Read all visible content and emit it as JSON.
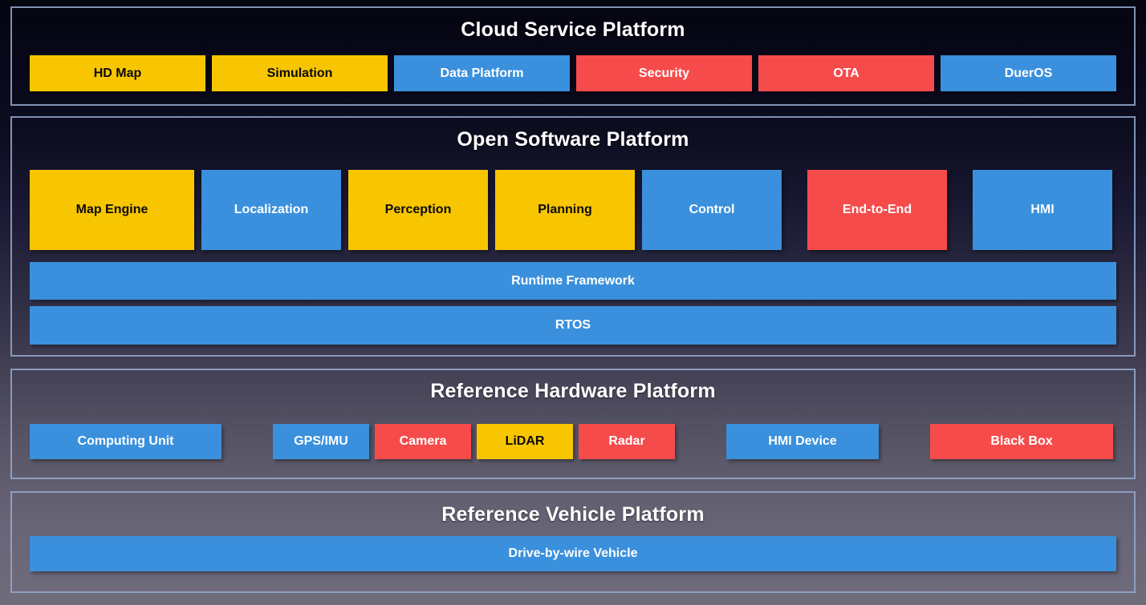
{
  "colors": {
    "yellow": "#F8C501",
    "blue": "#3A90DC",
    "red": "#F64B4B",
    "section_border": "#96A9CF",
    "title_text": "#FFFFFF",
    "background_top": "#050510",
    "background_bottom": "#6F6C7B"
  },
  "sections": [
    {
      "title": "Cloud Service Platform",
      "boxes": [
        {
          "label": "HD Map",
          "color": "yellow"
        },
        {
          "label": "Simulation",
          "color": "yellow"
        },
        {
          "label": "Data Platform",
          "color": "blue"
        },
        {
          "label": "Security",
          "color": "red"
        },
        {
          "label": "OTA",
          "color": "red"
        },
        {
          "label": "DuerOS",
          "color": "blue"
        }
      ]
    },
    {
      "title": "Open Software Platform",
      "boxes": [
        {
          "label": "Map Engine",
          "color": "yellow"
        },
        {
          "label": "Localization",
          "color": "blue"
        },
        {
          "label": "Perception",
          "color": "yellow"
        },
        {
          "label": "Planning",
          "color": "yellow"
        },
        {
          "label": "Control",
          "color": "blue"
        },
        {
          "label": "End-to-End",
          "color": "red"
        },
        {
          "label": "HMI",
          "color": "blue"
        }
      ],
      "bars": [
        {
          "label": "Runtime Framework",
          "color": "blue"
        },
        {
          "label": "RTOS",
          "color": "blue"
        }
      ]
    },
    {
      "title": "Reference Hardware Platform",
      "boxes": [
        {
          "label": "Computing Unit",
          "color": "blue"
        },
        {
          "label": "GPS/IMU",
          "color": "blue"
        },
        {
          "label": "Camera",
          "color": "red"
        },
        {
          "label": "LiDAR",
          "color": "yellow"
        },
        {
          "label": "Radar",
          "color": "red"
        },
        {
          "label": "HMI Device",
          "color": "blue"
        },
        {
          "label": "Black Box",
          "color": "red"
        }
      ]
    },
    {
      "title": "Reference Vehicle Platform",
      "bars": [
        {
          "label": "Drive-by-wire Vehicle",
          "color": "blue"
        }
      ]
    }
  ]
}
